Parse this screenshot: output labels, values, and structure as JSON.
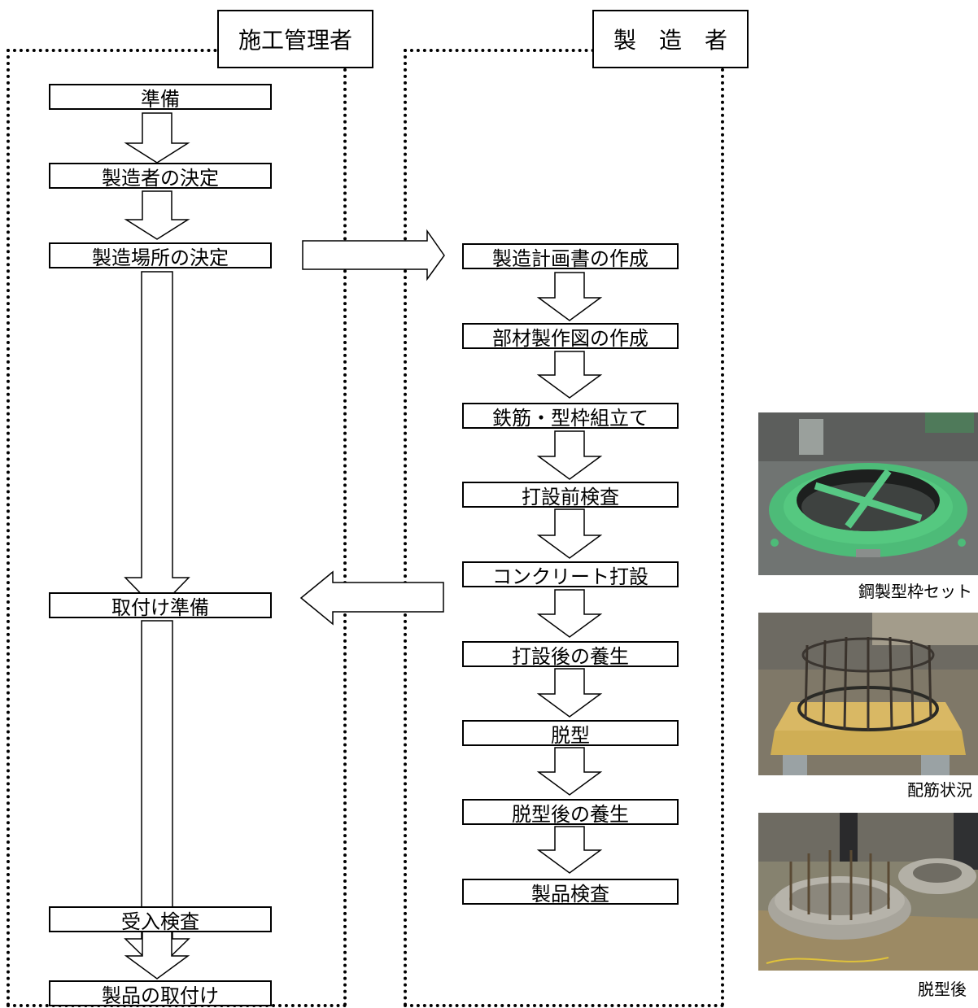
{
  "lanes": {
    "left_title": "施工管理者",
    "right_title": "製　造　者"
  },
  "left_steps": [
    "準備",
    "製造者の決定",
    "製造場所の決定",
    "取付け準備",
    "受入検査",
    "製品の取付け"
  ],
  "right_steps": [
    "製造計画書の作成",
    "部材製作図の作成",
    "鉄筋・型枠組立て",
    "打設前検査",
    "コンクリート打設",
    "打設後の養生",
    "脱型",
    "脱型後の養生",
    "製品検査"
  ],
  "photos": {
    "cap1": "鋼製型枠セット",
    "cap2": "配筋状況",
    "cap3": "脱型後"
  }
}
